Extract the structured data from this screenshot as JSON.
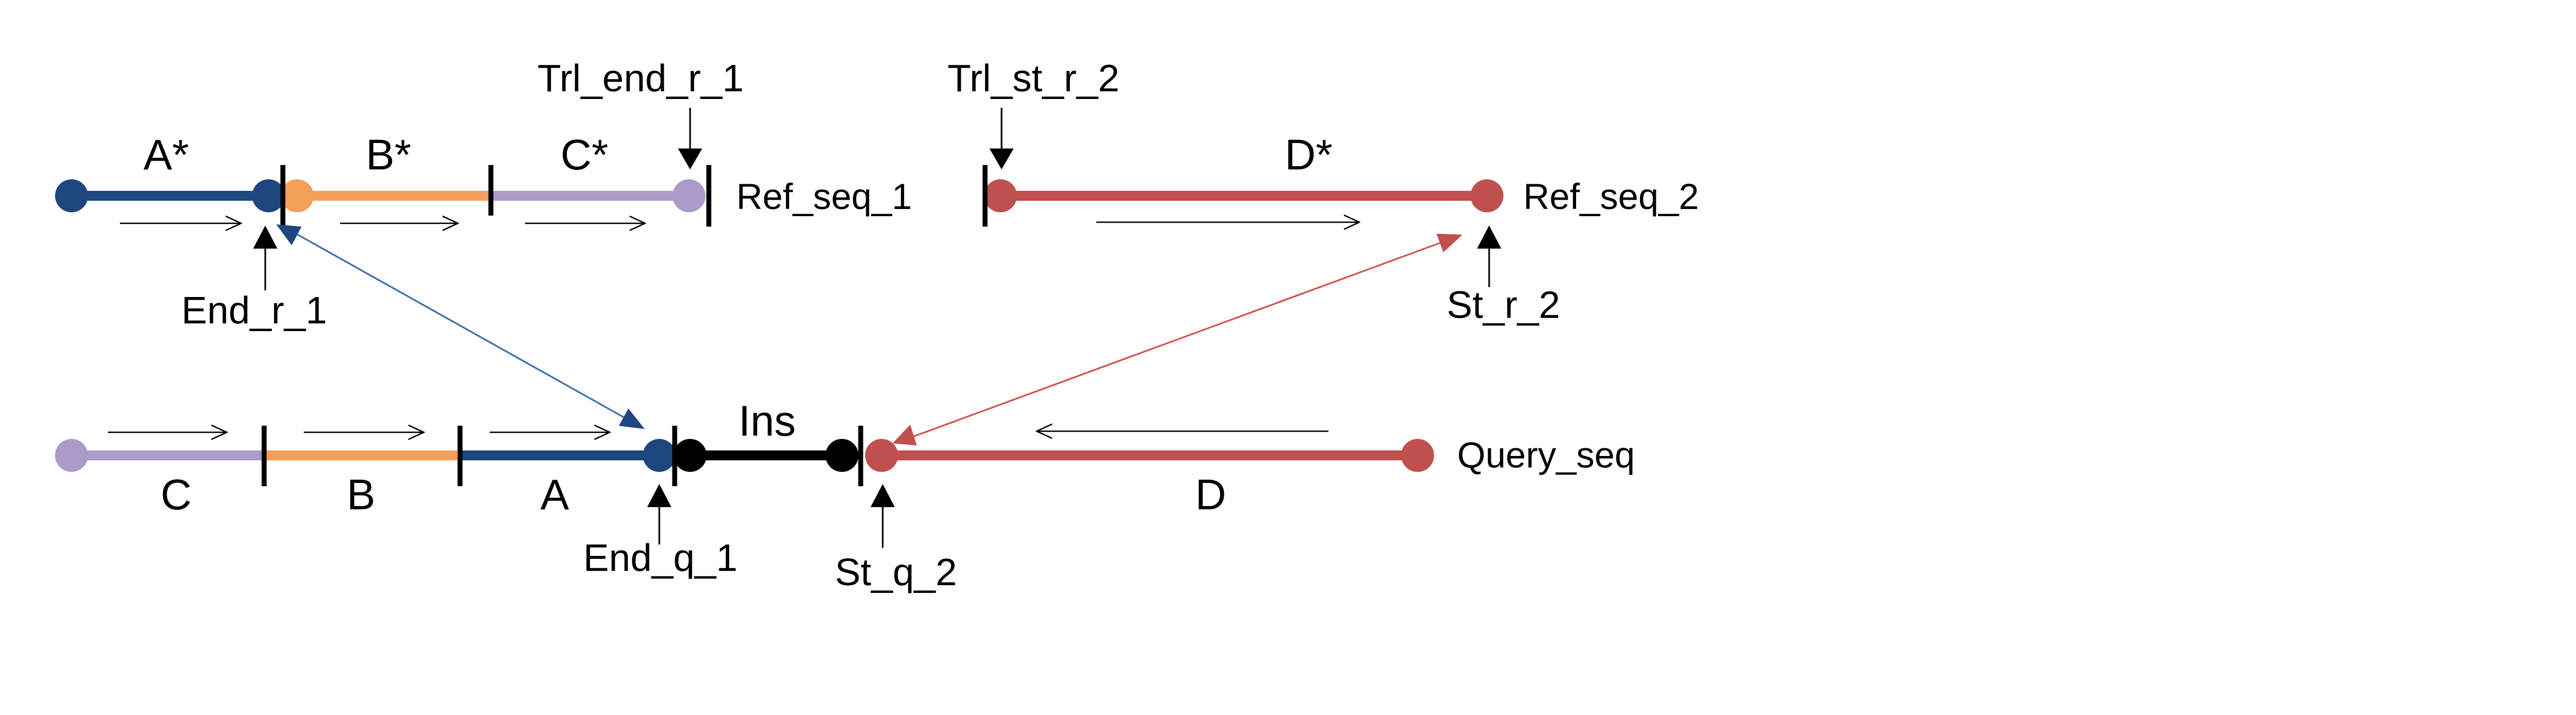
{
  "colors": {
    "segment_a": "#1f477f",
    "segment_b": "#f5a05a",
    "segment_c": "#aa9bc8",
    "segment_d": "#c0504d",
    "segment_ins": "#000000",
    "link_blue": "#3a6aaa",
    "link_red": "#d0504a"
  },
  "reference_1": {
    "name": "Ref_seq_1",
    "segments": [
      "A*",
      "B*",
      "C*"
    ],
    "trail_end_label": "Trl_end_r_1",
    "end_label": "End_r_1"
  },
  "reference_2": {
    "name": "Ref_seq_2",
    "segment": "D*",
    "trail_start_label": "Trl_st_r_2",
    "start_label": "St_r_2"
  },
  "query": {
    "name": "Query_seq",
    "segments": [
      "C",
      "B",
      "A",
      "Ins",
      "D"
    ],
    "end_label": "End_q_1",
    "start_label": "St_q_2"
  }
}
